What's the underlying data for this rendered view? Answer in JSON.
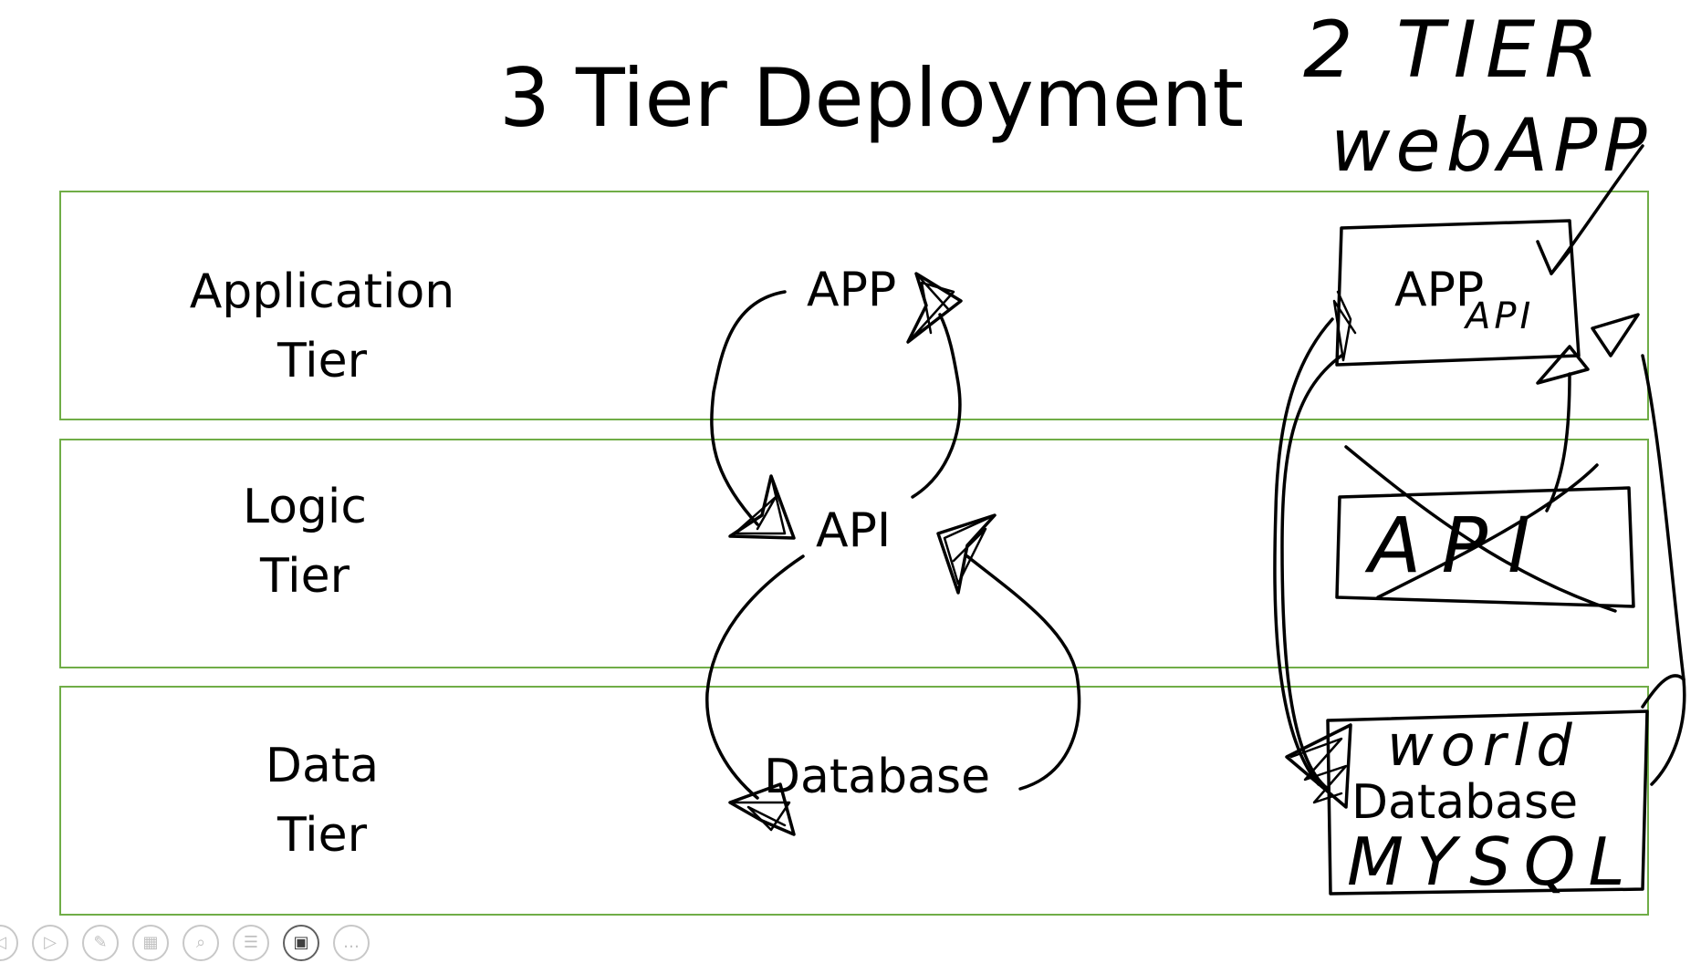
{
  "slide": {
    "title": "3 Tier Deployment"
  },
  "tiers": [
    {
      "line1": "Application",
      "line2": "Tier"
    },
    {
      "line1": "Logic",
      "line2": "Tier"
    },
    {
      "line1": "Data",
      "line2": "Tier"
    }
  ],
  "three_tier_nodes": {
    "app": "APP",
    "api": "API",
    "database": "Database"
  },
  "two_tier_nodes": {
    "app": "APP",
    "database": "Database"
  },
  "handwriting": {
    "heading": "2 TIER",
    "subheading": "webAPP",
    "app_note": "API",
    "crossed_out": "API",
    "db_top": "world",
    "db_bottom": "MYSQL"
  },
  "colors": {
    "band_border": "#70ad47",
    "ink": "#000000"
  },
  "toolbar": {
    "buttons": [
      {
        "name": "previous-slide",
        "icon": "◁"
      },
      {
        "name": "next-slide",
        "icon": "▷"
      },
      {
        "name": "pen",
        "icon": "✎"
      },
      {
        "name": "see-all-slides",
        "icon": "▦"
      },
      {
        "name": "zoom",
        "icon": "⌕"
      },
      {
        "name": "subtitles",
        "icon": "☰"
      },
      {
        "name": "camera",
        "icon": "▣"
      },
      {
        "name": "more-options",
        "icon": "…"
      }
    ]
  }
}
